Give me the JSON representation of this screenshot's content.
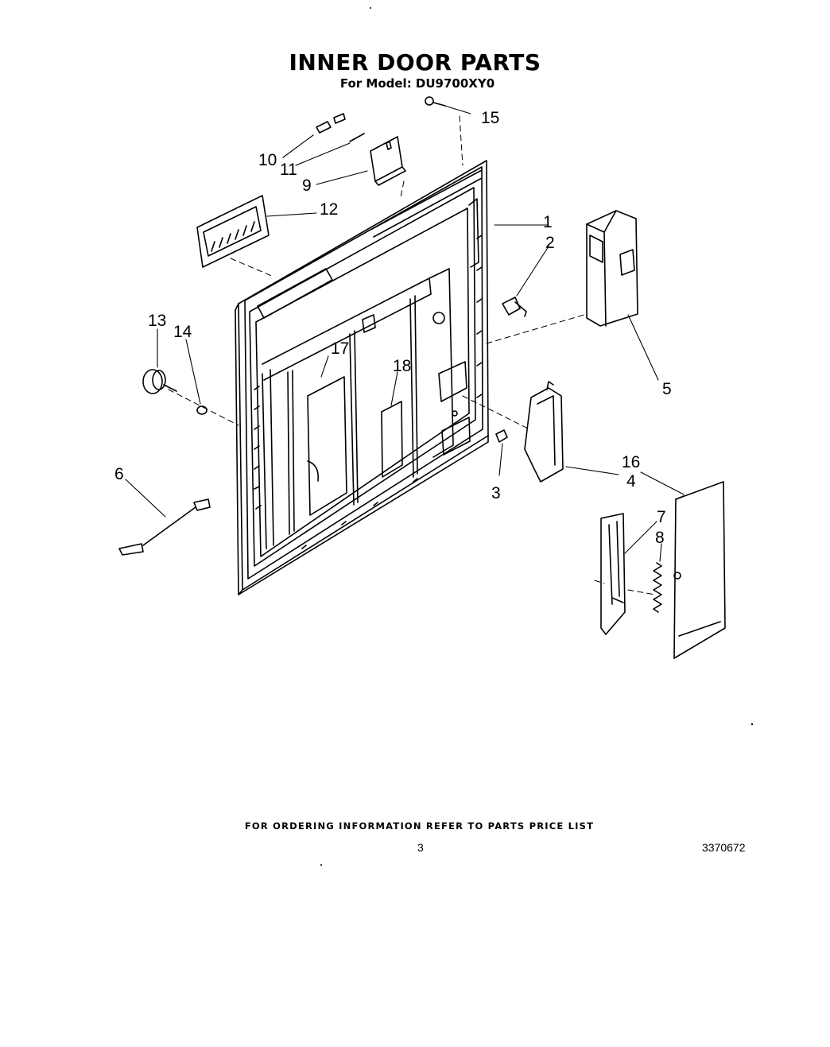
{
  "title": "INNER DOOR PARTS",
  "subtitle": "For Model: DU9700XY0",
  "callouts": [
    "1",
    "2",
    "3",
    "4",
    "5",
    "6",
    "7",
    "8",
    "9",
    "10",
    "11",
    "12",
    "13",
    "14",
    "15",
    "16",
    "17",
    "18"
  ],
  "footer": {
    "notice": "FOR ORDERING INFORMATION REFER TO PARTS PRICE LIST",
    "page_number": "3",
    "document_number": "3370672"
  }
}
